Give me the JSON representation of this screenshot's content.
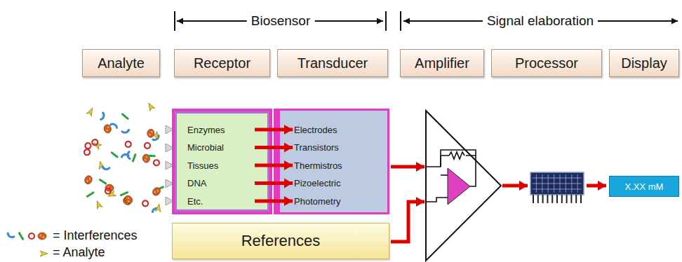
{
  "diagram": {
    "nodes": [
      {
        "text": [
          "Analyte"
        ]
      },
      {
        "text": [
          "Receptor"
        ]
      },
      {
        "text": [
          "Transducer"
        ]
      },
      {
        "text": [
          "Amplifier"
        ]
      },
      {
        "text": [
          "Processor"
        ]
      },
      {
        "text": [
          "Display"
        ]
      },
      {},
      {
        "text": [
          "Enzymes"
        ],
        "in": 6
      },
      {
        "text": [
          "Microbial"
        ],
        "in": 6
      },
      {
        "text": [
          "Tissues"
        ],
        "in": 6
      },
      {
        "text": [
          "DNA"
        ],
        "in": 6
      },
      {
        "text": [
          "Etc."
        ],
        "in": 6
      },
      {},
      {
        "text": [
          "Electrodes"
        ],
        "in": 12
      },
      {
        "text": [
          "Transistors"
        ],
        "in": 12
      },
      {
        "text": [
          "Thermistros"
        ],
        "in": 12
      },
      {
        "text": [
          "Pizoelectric"
        ],
        "in": 12
      },
      {
        "text": [
          "Photometry"
        ],
        "in": 12
      },
      {
        "text": [
          "References"
        ]
      },
      {
        "text": [
          "X.XX mM"
        ]
      }
    ],
    "edges": [
      {
        "from": 7,
        "to": 13,
        "arrow": "to"
      },
      {
        "from": 8,
        "to": 14,
        "arrow": "to"
      },
      {
        "from": 9,
        "to": 15,
        "arrow": "to"
      },
      {
        "from": 10,
        "to": 16,
        "arrow": "to"
      },
      {
        "from": 11,
        "to": 17,
        "arrow": "to"
      }
    ],
    "labels": [
      "Biosensor",
      "Signal elaboration"
    ],
    "legend": [
      {
        "text": "= Interferences"
      },
      {
        "text": "= Analyte"
      }
    ]
  }
}
